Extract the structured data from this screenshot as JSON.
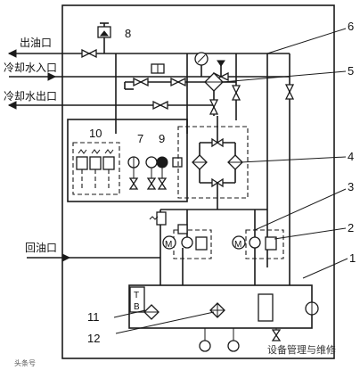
{
  "labels": {
    "oil_outlet": "出油口",
    "cooling_water_inlet": "冷却水入口",
    "cooling_water_outlet": "冷却水出口",
    "oil_return": "回油口"
  },
  "callouts": {
    "n1": "1",
    "n2": "2",
    "n3": "3",
    "n4": "4",
    "n5": "5",
    "n6": "6",
    "n7": "7",
    "n8": "8",
    "n9": "9",
    "n10": "10",
    "n11": "11",
    "n12": "12"
  },
  "symbols": {
    "tank_tb": "T\nB",
    "tank_t": "T",
    "tank_b": "B"
  },
  "watermark": {
    "main": "设备管理与维修",
    "corner": "头条号"
  }
}
